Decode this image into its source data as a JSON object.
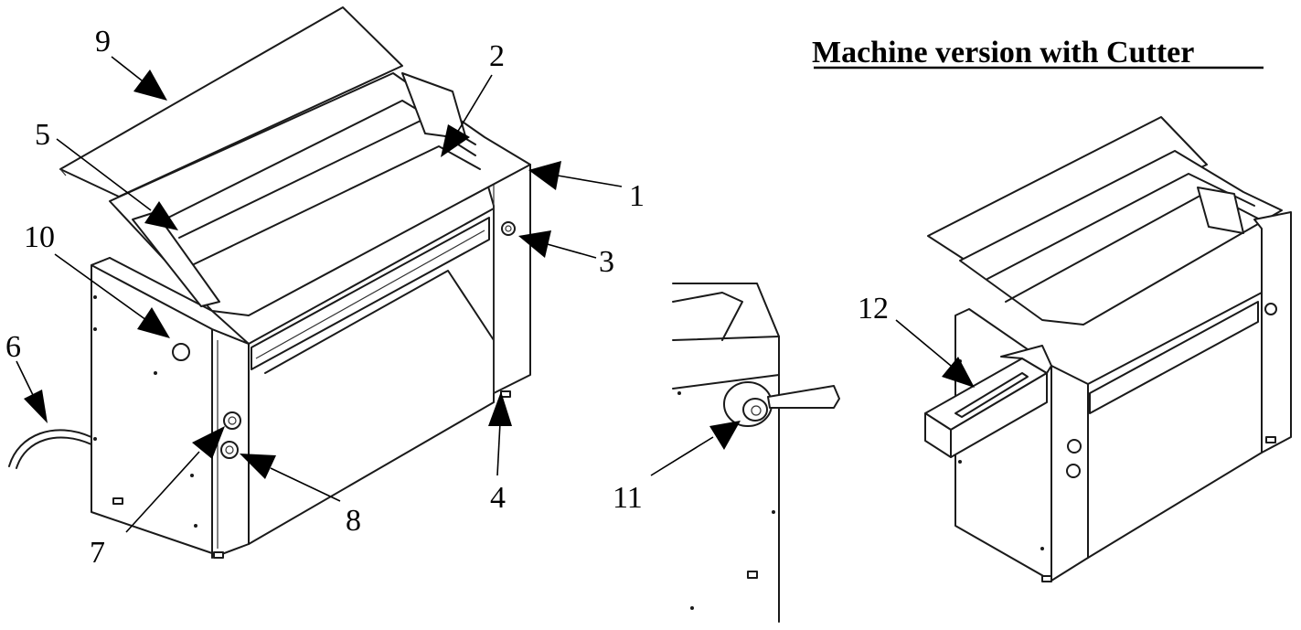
{
  "title": "Machine version with Cutter",
  "callouts": [
    {
      "id": "1",
      "label": "1"
    },
    {
      "id": "2",
      "label": "2"
    },
    {
      "id": "3",
      "label": "3"
    },
    {
      "id": "4",
      "label": "4"
    },
    {
      "id": "5",
      "label": "5"
    },
    {
      "id": "6",
      "label": "6"
    },
    {
      "id": "7",
      "label": "7"
    },
    {
      "id": "8",
      "label": "8"
    },
    {
      "id": "9",
      "label": "9"
    },
    {
      "id": "10",
      "label": "10"
    },
    {
      "id": "11",
      "label": "11"
    },
    {
      "id": "12",
      "label": "12"
    }
  ]
}
